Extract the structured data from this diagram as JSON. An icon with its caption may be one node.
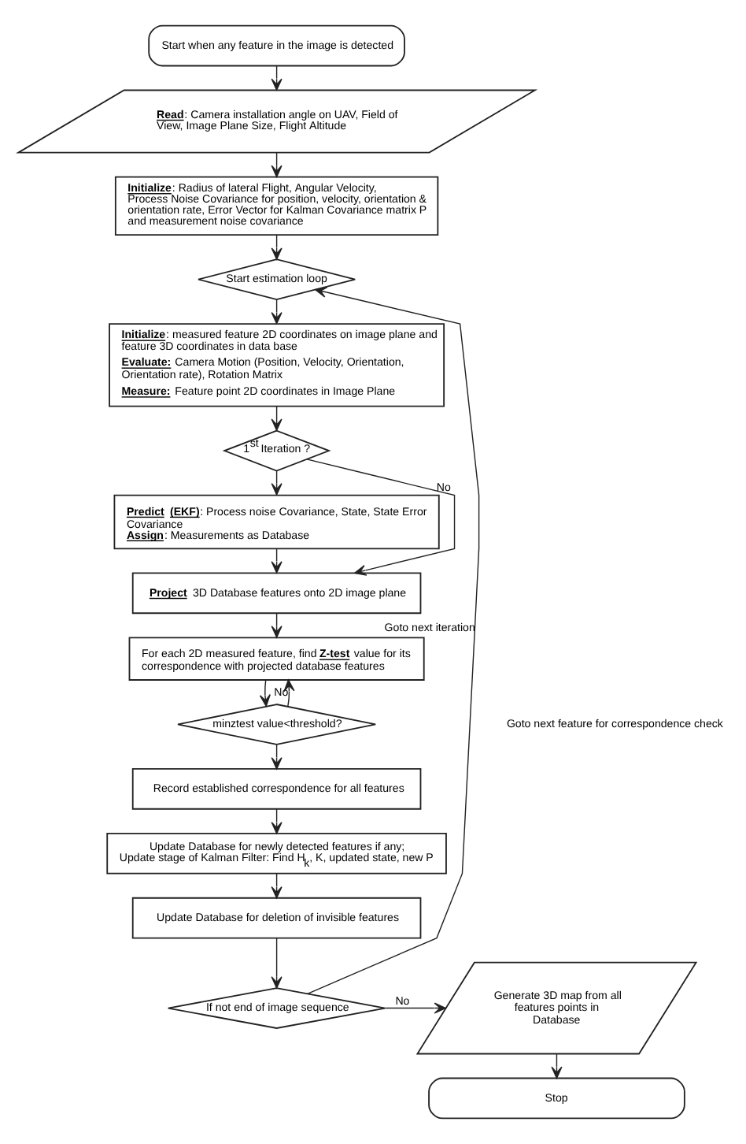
{
  "diagram": {
    "nodes": [
      {
        "text": [
          "Start when any feature in the image is detected"
        ]
      },
      {
        "text": [
          "**Read**: Camera installation angle on UAV, Field of View,  Image Plane Size,  Flight Altitude"
        ]
      },
      {
        "text": [
          "**Initialize**: Radius of lateral Flight, Angular Velocity, Process Noise Covariance for position, velocity, orientation & orientation rate, Error Vector for Kalman Covariance matrix P and measurement noise covariance"
        ]
      },
      {
        "text": [
          "Start estimation loop"
        ]
      },
      {
        "text": [
          "**Initialize**: measured feature 2D coordinates on image plane and feature 3D coordinates in data base",
          "**Evaluate:** Camera Motion (Position, Velocity, Orientation, Orientation rate), Rotation Matrix",
          "**Measure:** Feature point 2D coordinates in Image Plane"
        ]
      },
      {
        "text": [
          "1$^{st}$ Iteration ?"
        ]
      },
      {
        "text": [
          "**Predict (EKF)**: Process noise Covariance, State, State Error Covariance",
          "**Assign**: Measurements as Database"
        ]
      },
      {
        "text": [
          "**Project** 3D Database features onto 2D image plane"
        ]
      },
      {
        "text": [
          "For each 2D measured feature, find **Z-test** value for its correspondence with projected database features"
        ]
      },
      {
        "text": [
          "minztest value<threshold?"
        ]
      },
      {
        "text": [
          "Record established correspondence for all features"
        ]
      },
      {
        "text": [
          "Update Database for newly detected features if any;",
          "Update stage of Kalman Filter: Find H$_{k}$, K, updated state, new P"
        ]
      },
      {
        "text": [
          "Update Database for deletion of invisible features"
        ]
      },
      {
        "text": [
          "If not end of image sequence"
        ]
      },
      {
        "text": [
          "Generate 3D map from all features points in Database"
        ]
      },
      {
        "text": [
          "Stop"
        ]
      }
    ],
    "edges": [
      {
        "from": 0,
        "to": 1,
        "arrow": "to"
      },
      {
        "from": 1,
        "to": 2,
        "arrow": "to"
      },
      {
        "from": 2,
        "to": 3,
        "arrow": "to"
      },
      {
        "from": 3,
        "to": 4,
        "arrow": "to"
      },
      {
        "from": 4,
        "to": 5,
        "arrow": "to"
      },
      {
        "from": 5,
        "to": 6,
        "arrow": "to"
      },
      {
        "from": 5,
        "to": 7,
        "arrow": "to",
        "label": "No"
      },
      {
        "from": 6,
        "to": 7,
        "arrow": "to"
      },
      {
        "from": 7,
        "to": 8,
        "arrow": "to"
      },
      {
        "from": 8,
        "to": 9,
        "arrow": "to"
      },
      {
        "from": 9,
        "to": 8,
        "arrow": "to",
        "label": "No"
      },
      {
        "from": 9,
        "to": 10,
        "arrow": "to"
      },
      {
        "from": 10,
        "to": 11,
        "arrow": "to"
      },
      {
        "from": 11,
        "to": 12,
        "arrow": "to"
      },
      {
        "from": 12,
        "to": 13,
        "arrow": "to"
      },
      {
        "from": 13,
        "to": 3,
        "arrow": "to",
        "label": "Goto next iteration"
      },
      {
        "from": 13,
        "to": 14,
        "arrow": "to",
        "label": "No"
      },
      {
        "from": 14,
        "to": 15,
        "arrow": "to"
      }
    ],
    "labels": [
      "Goto next feature for correspondence check"
    ]
  }
}
